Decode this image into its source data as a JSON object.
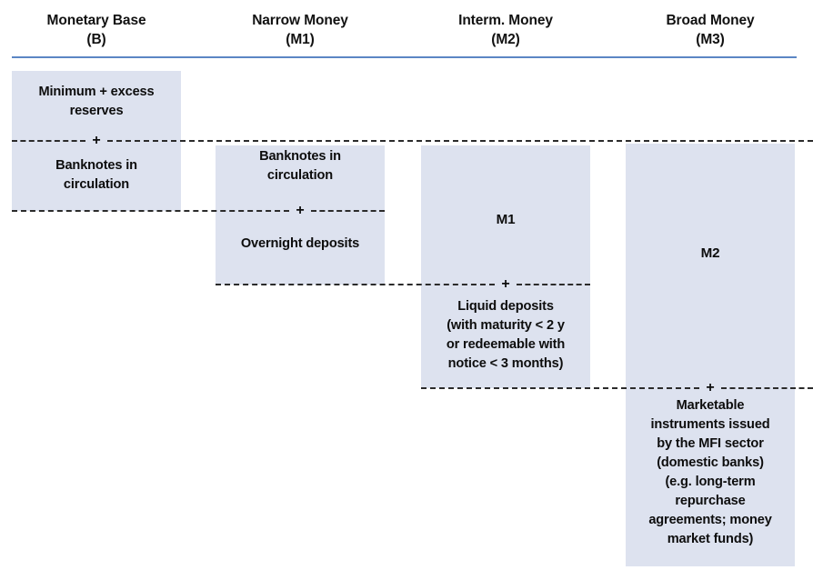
{
  "diagram": {
    "title_row": {
      "columns": [
        {
          "name": "Monetary Base",
          "code": "(B)"
        },
        {
          "name": "Narrow Money",
          "code": "(M1)"
        },
        {
          "name": "Interm.  Money",
          "code": "(M2)"
        },
        {
          "name": "Broad Money",
          "code": "(M3)"
        }
      ]
    },
    "rule_color": "#5b86c4",
    "box_fill": "#dde2ef",
    "columns": [
      {
        "key": "monetary-base",
        "items": [
          {
            "label": "Minimum + excess\nreserves"
          },
          {
            "label": "Banknotes in\ncirculation"
          }
        ]
      },
      {
        "key": "narrow-money",
        "items": [
          {
            "label": "Banknotes in\ncirculation"
          },
          {
            "label": "Overnight deposits"
          }
        ]
      },
      {
        "key": "intermediate-money",
        "items": [
          {
            "label": "M1"
          },
          {
            "label": "Liquid deposits\n(with maturity < 2 y\nor redeemable with\nnotice < 3 months)"
          }
        ]
      },
      {
        "key": "broad-money",
        "items": [
          {
            "label": "M2"
          },
          {
            "label": "Marketable\ninstruments issued\nby the MFI sector\n(domestic banks)\n(e.g. long-term\nrepurchase\nagreements; money\nmarket funds)"
          }
        ]
      }
    ],
    "operators": {
      "plus": "+"
    }
  }
}
